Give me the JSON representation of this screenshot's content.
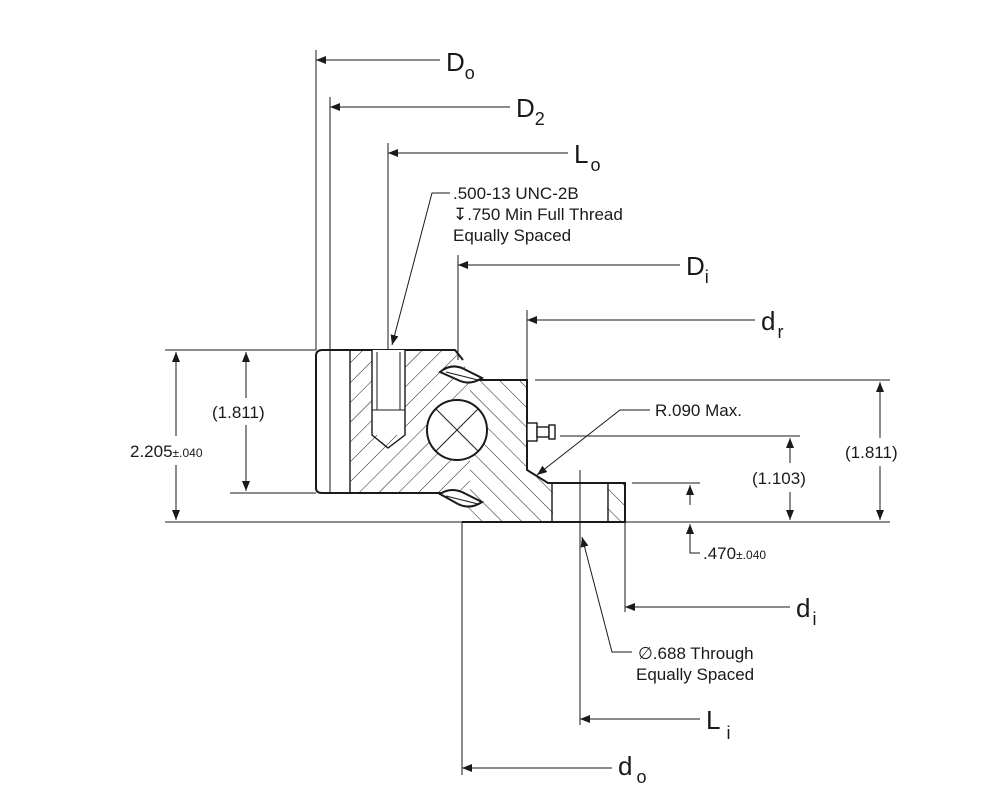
{
  "labels": {
    "d_outer": {
      "base": "D",
      "sub": "o"
    },
    "d_2": {
      "base": "D",
      "sub": "2"
    },
    "l_outer": {
      "base": "L",
      "sub": "o"
    },
    "d_inner": {
      "base": "D",
      "sub": "i"
    },
    "d_r": {
      "base": "d",
      "sub": "r"
    },
    "d_i": {
      "base": "d",
      "sub": "i"
    },
    "l_inner": {
      "base": "L",
      "sub": "i"
    },
    "d_o": {
      "base": "d",
      "sub": "o"
    }
  },
  "notes": {
    "thread_line1": ".500-13 UNC-2B",
    "thread_line2": "↧.750 Min Full Thread",
    "thread_line3": "Equally Spaced",
    "radius": "R.090 Max.",
    "hole_line1": "∅.688 Through",
    "hole_line2": "Equally Spaced"
  },
  "dimensions": {
    "total_height": {
      "value": "2.205",
      "tol": "±.040"
    },
    "outer_ring_height": "(1.811)",
    "inner_ring_height": "(1.811)",
    "mid_height": "(1.103)",
    "flange_height": {
      "value": ".470",
      "tol": "±.040"
    }
  }
}
